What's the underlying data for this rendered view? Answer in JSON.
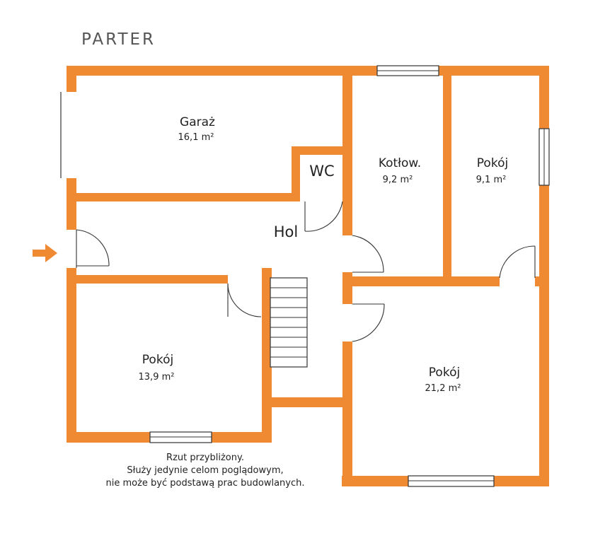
{
  "plan": {
    "title": "PARTER",
    "wall_color": "#f08a32",
    "entrance_arrow_color": "#f08a32"
  },
  "rooms": {
    "garage": {
      "name": "Garaż",
      "area": "16,1 m²"
    },
    "wc": {
      "name": "WC"
    },
    "boiler": {
      "name": "Kotłow.",
      "area": "9,2 m²"
    },
    "room_ne": {
      "name": "Pokój",
      "area": "9,1 m²"
    },
    "hall": {
      "name": "Hol"
    },
    "room_sw": {
      "name": "Pokój",
      "area": "13,9 m²"
    },
    "room_se": {
      "name": "Pokój",
      "area": "21,2 m²"
    }
  },
  "disclaimer": {
    "line1": "Rzut przybliżony.",
    "line2": "Służy jedynie celom poglądowym,",
    "line3": "nie może być podstawą prac budowlanych."
  }
}
